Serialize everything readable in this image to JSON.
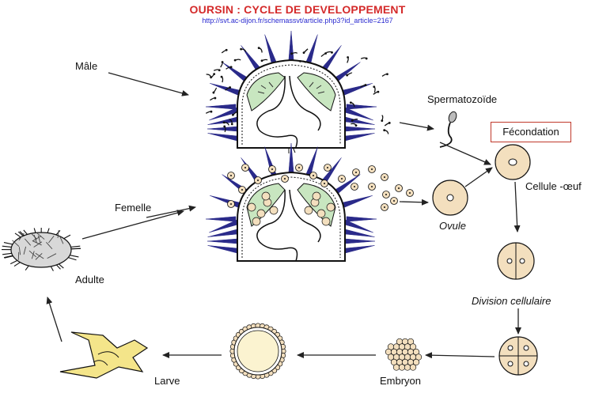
{
  "title": "OURSIN : CYCLE DE DEVELOPPEMENT",
  "source_url": "http://svt.ac-dijon.fr/schemassvt/article.php3?id_article=2167",
  "labels": {
    "male": "Mâle",
    "femelle": "Femelle",
    "adulte": "Adulte",
    "spermatozoide": "Spermatozoïde",
    "fecondation": "Fécondation",
    "cellule_oeuf": "Cellule -œuf",
    "ovule": "Ovule",
    "division": "Division cellulaire",
    "embryon": "Embryon",
    "larve": "Larve"
  },
  "colors": {
    "title": "#d42a2a",
    "url": "#2a2ad0",
    "spine": "#2a2a8a",
    "gonad": "#c8e6c0",
    "cell": "#f3dfbe",
    "box_border": "#c0392b",
    "larva": "#f4e58a"
  }
}
